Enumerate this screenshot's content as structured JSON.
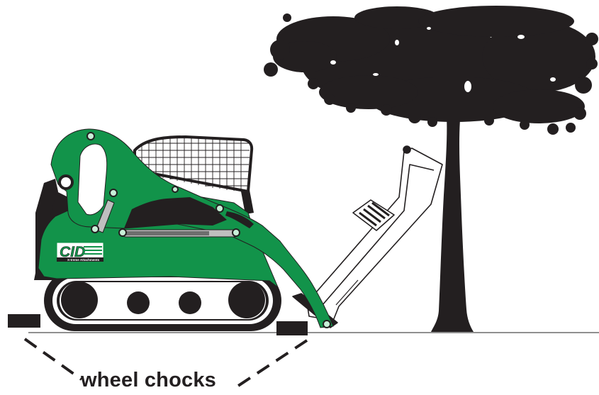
{
  "caption": {
    "label": "wheel chocks"
  },
  "logo": {
    "brand": "CID",
    "tagline": "X-treme Attachments"
  },
  "colors": {
    "machine_green": "#12934a",
    "dark": "#231f20",
    "light_green": "#c9efd8",
    "white": "#ffffff"
  },
  "icons": {
    "skid_steer": "tracked-skid-steer-illustration",
    "tree": "tree-silhouette",
    "tree_puller": "tree-puller-attachment",
    "chocks": "wheel-chock-blocks"
  }
}
